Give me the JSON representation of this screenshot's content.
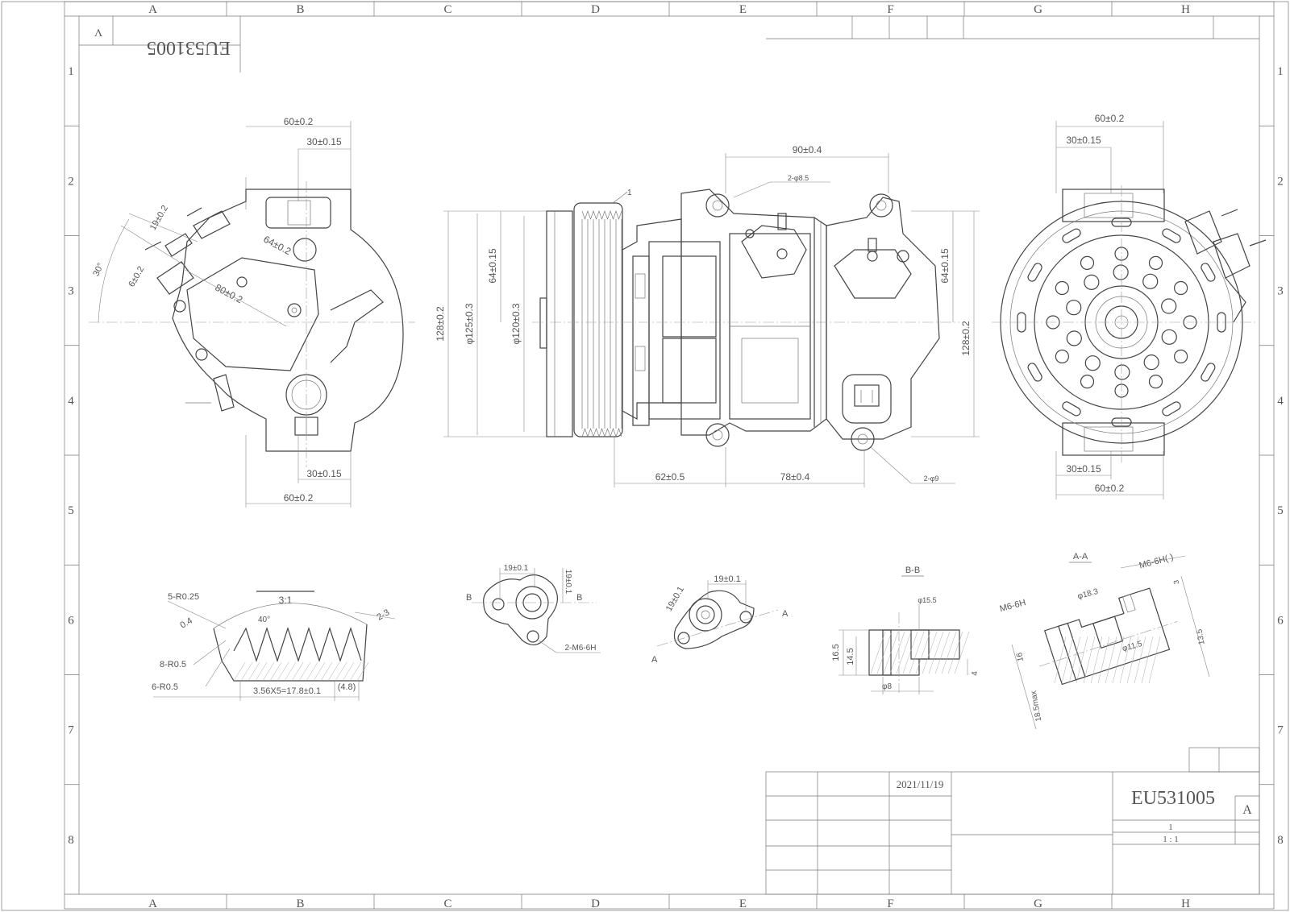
{
  "border": {
    "columns": [
      "A",
      "B",
      "C",
      "D",
      "E",
      "F",
      "G",
      "H"
    ],
    "rows": [
      "1",
      "2",
      "3",
      "4",
      "5",
      "6",
      "7",
      "8"
    ]
  },
  "stamp": {
    "letter": "V",
    "code": "EU531005"
  },
  "left_view": {
    "dims": [
      "60±0.2",
      "30±0.15",
      "19±0.2",
      "6±0.2",
      "30°",
      "64±0.2",
      "80±0.2",
      "30±0.15",
      "60±0.2"
    ]
  },
  "front_view": {
    "dims": [
      "90±0.4",
      "2-φ8.5",
      "128±0.2",
      "φ125±0.3",
      "64±0.15",
      "φ120±0.3",
      "62±0.5",
      "78±0.4",
      "2-φ9",
      "64±0.15",
      "128±0.2"
    ],
    "callout": "1"
  },
  "right_view": {
    "dims": [
      "60±0.2",
      "30±0.15",
      "30±0.15",
      "60±0.2"
    ]
  },
  "detail_pulley": {
    "scale": "3:1",
    "dims": [
      "5-R0.25",
      "0.4",
      "40°",
      "2-3",
      "8-R0.5",
      "6-R0.5",
      "3.56X5=17.8±0.1",
      "(4.8)"
    ]
  },
  "detail_flange_b": {
    "dims": [
      "19±0.1",
      "19±0.1",
      "B",
      "B",
      "2-M6-6H"
    ]
  },
  "detail_flange_a": {
    "dims": [
      "19±0.1",
      "19±0.1",
      "A",
      "A"
    ]
  },
  "section_bb": {
    "title": "B-B",
    "dims": [
      "φ15.5",
      "16.5",
      "14.5",
      "φ8",
      "4"
    ]
  },
  "section_aa": {
    "title": "A-A",
    "dims": [
      "M6-6H( )",
      "M6-6H",
      "φ18.3",
      "φ11.5",
      "13.5",
      "16",
      "18.5max",
      "3"
    ]
  },
  "title_block": {
    "date": "2021/11/19",
    "part_no": "EU531005",
    "revision": "A",
    "sheet": "1",
    "scale": "1 : 1"
  }
}
